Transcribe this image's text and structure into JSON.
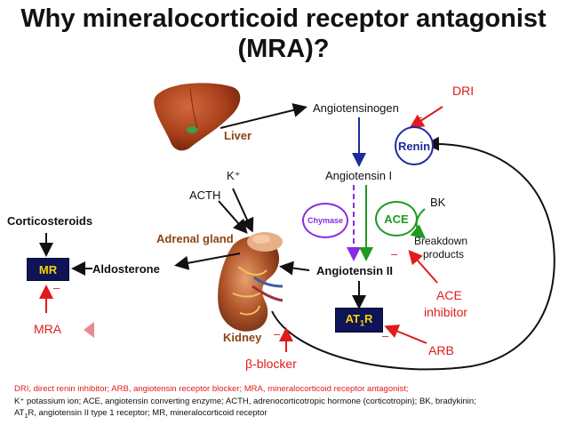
{
  "title": {
    "line1": "Why mineralocorticoid receptor antagonist",
    "line2": "(MRA)?"
  },
  "nodes": {
    "liver": "Liver",
    "angiotensinogen": "Angiotensinogen",
    "renin": "Renin",
    "angiotensin1": "Angiotensin I",
    "angiotensin2": "Angiotensin II",
    "chymase": "Chymase",
    "ace": "ACE",
    "bk": "BK",
    "breakdown": "Breakdown",
    "products": "products",
    "k_plus": "K⁺",
    "acth": "ACTH",
    "corticosteroids": "Corticosteroids",
    "adrenal_gland": "Adrenal gland",
    "aldosterone": "Aldosterone",
    "kidney": "Kidney",
    "mr": "MR",
    "at1r_main": "AT",
    "at1r_sub": "1",
    "at1r_end": "R"
  },
  "inhibitors": {
    "dri": "DRI",
    "ace_inhibitor_1": "ACE",
    "ace_inhibitor_2": "inhibitor",
    "arb": "ARB",
    "mra": "MRA",
    "beta_blocker": "β-blocker",
    "minus": "–"
  },
  "footnote": {
    "line1": "DRI, direct renin inhibitor; ARB, angiotensin receptor blocker; MRA, mineralocorticoid receptor antagonist;",
    "line2": "K⁺ potassium ion; ACE, angiotensin converting enzyme; ACTH, adrenocorticotropic hormone (corticotropin); BK, bradykinin;",
    "line3_a": "AT",
    "line3_sub": "1",
    "line3_b": "R, angiotensin II type 1 receptor; MR, mineralocorticoid receptor"
  },
  "colors": {
    "red": "#e01b1b",
    "navy": "#1f2a9e",
    "green": "#1e9a22",
    "purple": "#8a2be2",
    "box_fill": "#0f1357",
    "box_text": "#f5d400",
    "brown_label": "#8b4513"
  }
}
